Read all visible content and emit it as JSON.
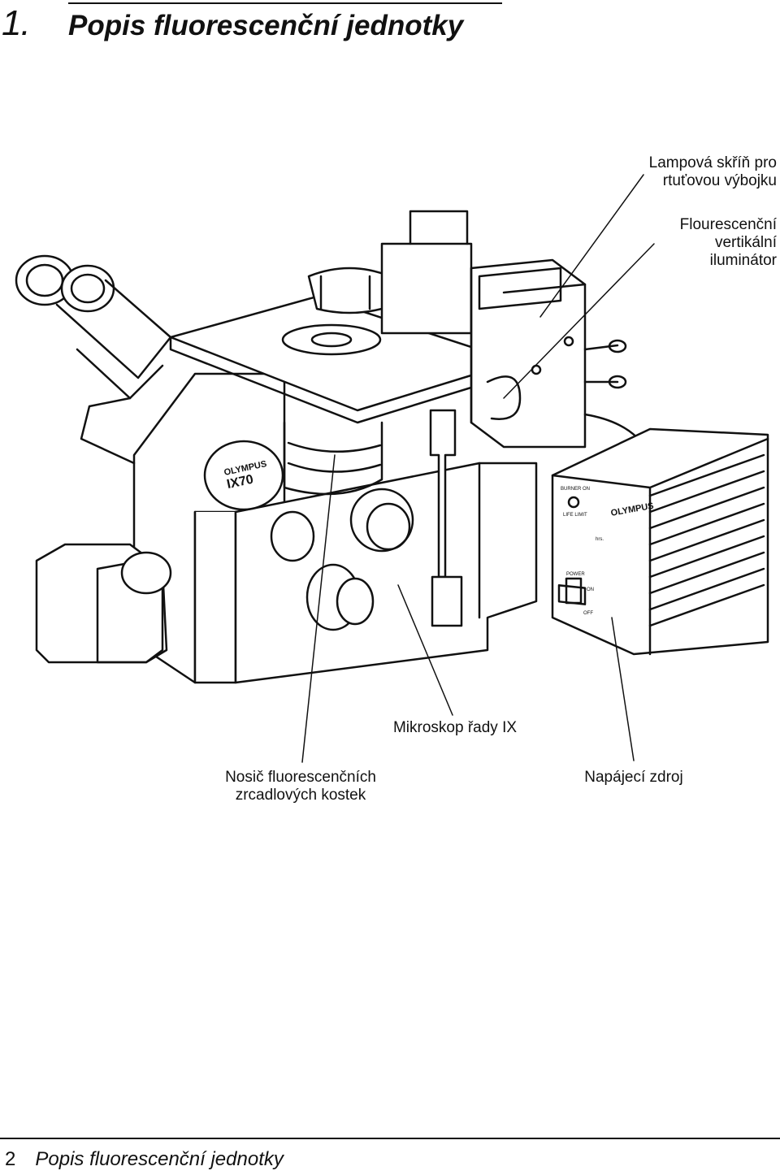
{
  "heading": {
    "number": "1.",
    "title": "Popis fluorescenční jednotky"
  },
  "labels": {
    "lamp_housing": [
      "Lampová skříň pro",
      "rtuťovou výbojku"
    ],
    "illuminator": [
      "Flourescenční",
      "vertikální",
      "iluminátor"
    ],
    "microscope": [
      "Mikroskop řady IX"
    ],
    "cube_carrier": [
      "Nosič fluorescenčních",
      "zrcadlových kostek"
    ],
    "power_supply": [
      "Napájecí zdroj"
    ]
  },
  "illustration": {
    "microscope_brand": "OLYMPUS",
    "microscope_model": "IX70",
    "power_unit_brand": "OLYMPUS",
    "power_unit_labels": [
      "BURNER ON",
      "LIFE LIMIT",
      "hrs.",
      "POWER",
      "ON",
      "OFF"
    ]
  },
  "footer": {
    "page_number": "2",
    "text": "Popis fluorescenční jednotky"
  }
}
